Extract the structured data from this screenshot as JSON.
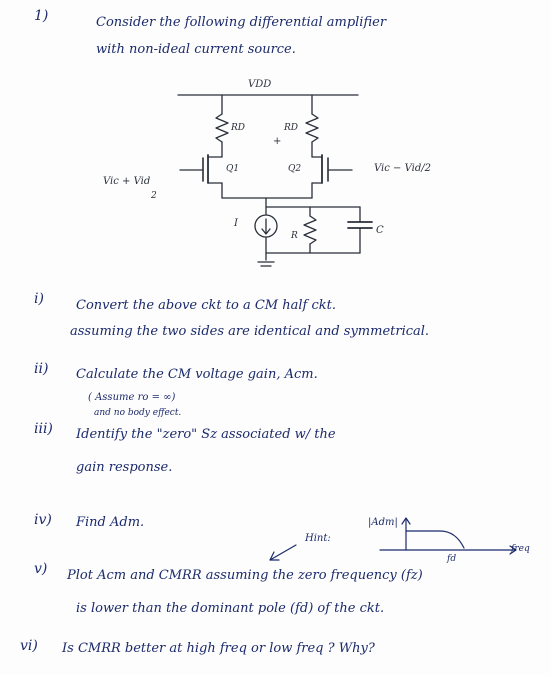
{
  "intro": {
    "number": "1)",
    "line1": "Consider the following differential amplifier",
    "line2": "with non-ideal current source."
  },
  "circuit": {
    "vdd": "VDD",
    "rd_left": "RD",
    "rd_right": "RD",
    "plus": "+",
    "q1": "Q1",
    "q2": "Q2",
    "input_left_top": "Vic + Vid",
    "input_left_bottom": "2",
    "input_right": "Vic − Vid/2",
    "current_source": "I",
    "resistor": "R",
    "capacitor": "C"
  },
  "questions": [
    {
      "num": "i)",
      "lines": [
        "Convert the above ckt to a CM half ckt.",
        "assuming the two sides are identical and symmetrical."
      ]
    },
    {
      "num": "ii)",
      "lines": [
        "Calculate the CM voltage gain, Acm.",
        "( Assume ro = ∞)",
        "and no body effect."
      ]
    },
    {
      "num": "iii)",
      "lines": [
        "Identify the \"zero\" Sz associated w/ the",
        "gain response."
      ]
    },
    {
      "num": "iv)",
      "lines": [
        "Find Adm."
      ]
    },
    {
      "num": "v)",
      "lines": [
        "Plot Acm and CMRR assuming the zero frequency (fz)",
        "is lower than the dominant pole (fd) of the ckt."
      ]
    },
    {
      "num": "vi)",
      "lines": [
        "Is CMRR better at high freq or low freq ? Why?"
      ]
    }
  ],
  "hint": {
    "label": "Hint:",
    "yaxis": "|Adm|",
    "xaxis": "freq",
    "pole": "fd"
  }
}
